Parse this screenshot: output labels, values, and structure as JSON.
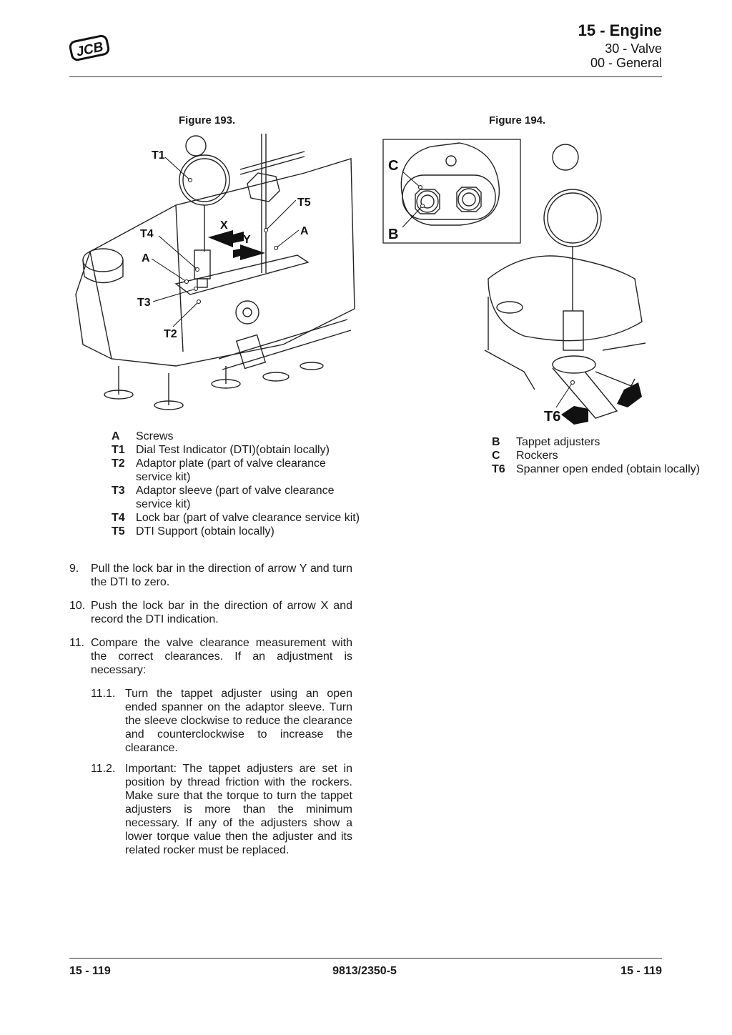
{
  "header": {
    "logo_text": "JCB",
    "title": "15 - Engine",
    "subtitle": "30 - Valve",
    "subsection": "00 - General"
  },
  "figure193": {
    "caption": "Figure 193.",
    "callouts": {
      "t1": "T1",
      "t5": "T5",
      "x": "X",
      "a1": "A",
      "t4": "T4",
      "y": "Y",
      "a2": "A",
      "t3": "T3",
      "t2": "T2"
    }
  },
  "figure194": {
    "caption": "Figure 194.",
    "callouts": {
      "c": "C",
      "b": "B",
      "t6": "T6"
    }
  },
  "legend193": [
    {
      "key": "A",
      "text": "Screws"
    },
    {
      "key": "T1",
      "text": "Dial Test Indicator (DTI)(obtain locally)"
    },
    {
      "key": "T2",
      "text": "Adaptor plate (part of valve clearance service kit)"
    },
    {
      "key": "T3",
      "text": "Adaptor sleeve (part of valve clearance service kit)"
    },
    {
      "key": "T4",
      "text": "Lock bar (part of valve clearance service kit)"
    },
    {
      "key": "T5",
      "text": "DTI Support (obtain locally)"
    }
  ],
  "legend194": [
    {
      "key": "B",
      "text": "Tappet adjusters"
    },
    {
      "key": "C",
      "text": "Rockers"
    },
    {
      "key": "T6",
      "text": "Spanner open ended (obtain locally)"
    }
  ],
  "steps": [
    {
      "num": "9.",
      "text": "Pull the lock bar in the direction of arrow Y and turn the DTI to zero."
    },
    {
      "num": "10.",
      "text": "Push the lock bar in the direction of arrow X and record the DTI indication."
    },
    {
      "num": "11.",
      "text": "Compare the valve clearance measurement with the correct clearances. If an adjustment is necessary:"
    }
  ],
  "substeps": [
    {
      "num": "11.1.",
      "text": "Turn the tappet adjuster using an open ended spanner on the adaptor sleeve. Turn the sleeve clockwise to reduce the clearance and counterclockwise to increase the clearance."
    },
    {
      "num": "11.2.",
      "text": "Important: The tappet adjusters are set in position by thread friction with the rockers. Make sure that the torque to turn the tappet adjusters is more than the minimum necessary. If any of the adjusters show a lower torque value then the adjuster and its related rocker must be replaced."
    }
  ],
  "footer": {
    "left": "15 - 119",
    "center": "9813/2350-5",
    "right": "15 - 119"
  }
}
